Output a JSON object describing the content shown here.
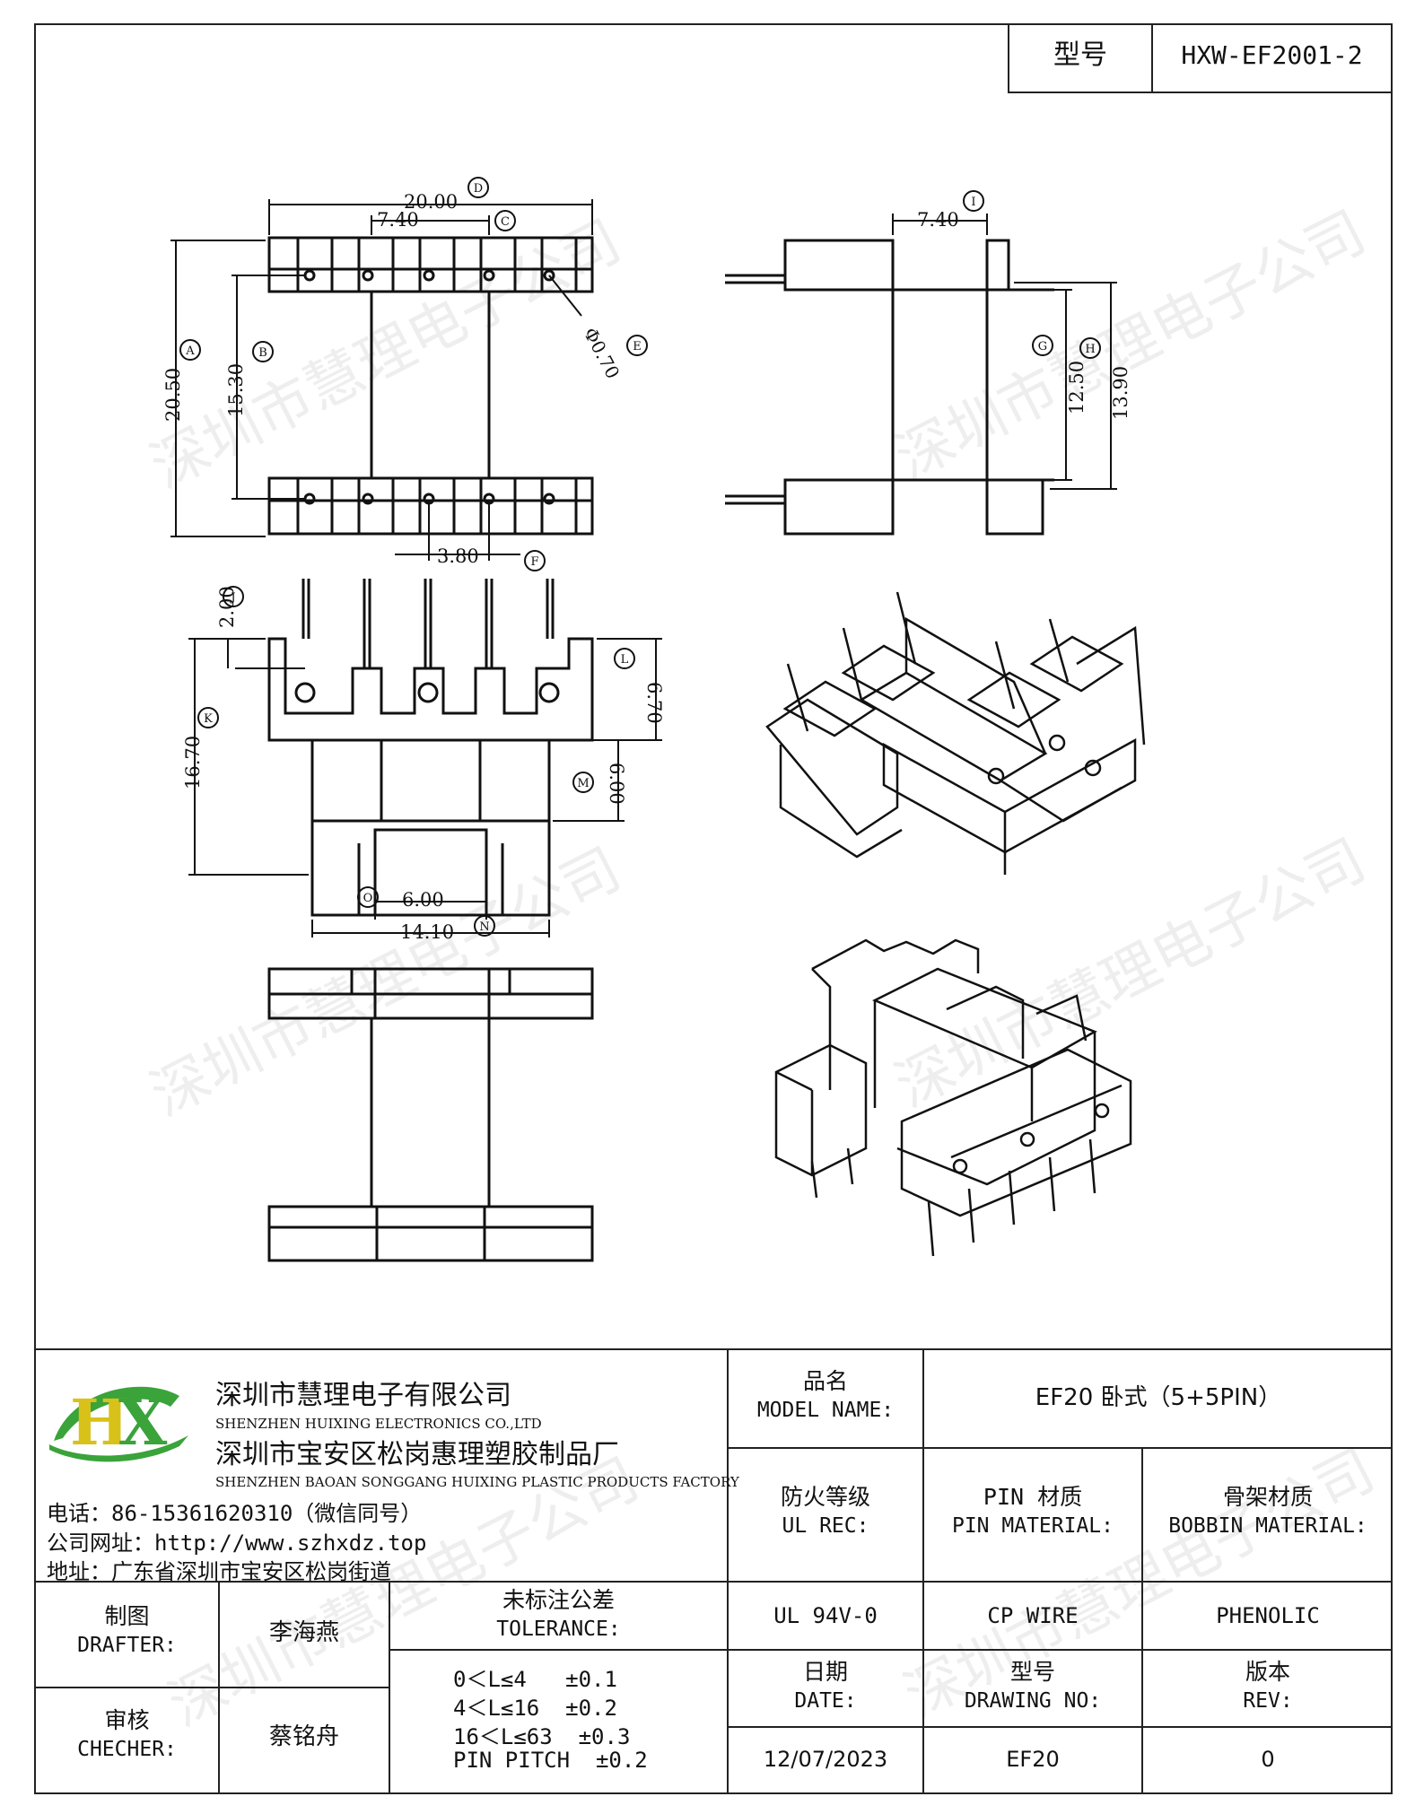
{
  "header": {
    "model_label": "型号",
    "model_value": "HXW-EF2001-2"
  },
  "watermark": {
    "text": "深圳市慧理电子公司"
  },
  "dimensions": {
    "top_width": "20.00",
    "top_pitch": "7.40",
    "pin_dia": "Φ0.70",
    "left_height": "20.50",
    "left_inner": "15.30",
    "bottom_pitch": "3.80",
    "side_pitch": "7.40",
    "side_inner": "12.50",
    "side_outer": "13.90",
    "pin_len": "2.00",
    "total_h": "16.70",
    "flange": "6.70",
    "core_h": "6.00",
    "slot_w": "6.00",
    "total_w": "14.10"
  },
  "callouts": {
    "A": "A",
    "B": "B",
    "C": "C",
    "D": "D",
    "E": "E",
    "F": "F",
    "G": "G",
    "H": "H",
    "I": "I",
    "J": "J",
    "K": "K",
    "L": "L",
    "M": "M",
    "N": "N",
    "O": "O"
  },
  "company": {
    "name_cn": "深圳市慧理电子有限公司",
    "name_en": "SHENZHEN HUIXING ELECTRONICS CO.,LTD",
    "factory_cn": "深圳市宝安区松岗惠理塑胶制品厂",
    "factory_en": "SHENZHEN BAOAN SONGGANG HUIXING PLASTIC PRODUCTS FACTORY",
    "phone": "电话：86-15361620310（微信同号）",
    "website": "公司网址：http://www.szhxdz.top",
    "address": "地址：广东省深圳市宝安区松岗街道"
  },
  "logo": {
    "letters": "HX",
    "green": "#3aa33a",
    "yellow": "#d8c21a"
  },
  "table": {
    "model_name_cn": "品名",
    "model_name_en": "MODEL NAME:",
    "model_name_value": "EF20 卧式（5+5PIN）",
    "ul_cn": "防火等级",
    "ul_en": "UL REC:",
    "pin_cn": "PIN 材质",
    "pin_en": "PIN MATERIAL:",
    "bobbin_cn": "骨架材质",
    "bobbin_en": "BOBBIN MATERIAL:",
    "ul_value": "UL 94V-0",
    "pin_value": "CP WIRE",
    "bobbin_value": "PHENOLIC",
    "drafter_cn": "制图",
    "drafter_en": "DRAFTER:",
    "drafter_value": "李海燕",
    "checker_cn": "审核",
    "checker_en": "CHECHER:",
    "checker_value": "蔡铭舟",
    "tol_cn": "未标注公差",
    "tol_en": "TOLERANCE:",
    "tol_lines": [
      "0＜L≤4   ±0.1",
      "4＜L≤16  ±0.2",
      "16＜L≤63  ±0.3",
      "PIN PITCH  ±0.2"
    ],
    "date_cn": "日期",
    "date_en": "DATE:",
    "date_value": "12/07/2023",
    "drawing_cn": "型号",
    "drawing_en": "DRAWING NO:",
    "drawing_value": "EF20",
    "rev_cn": "版本",
    "rev_en": "REV:",
    "rev_value": "0"
  }
}
